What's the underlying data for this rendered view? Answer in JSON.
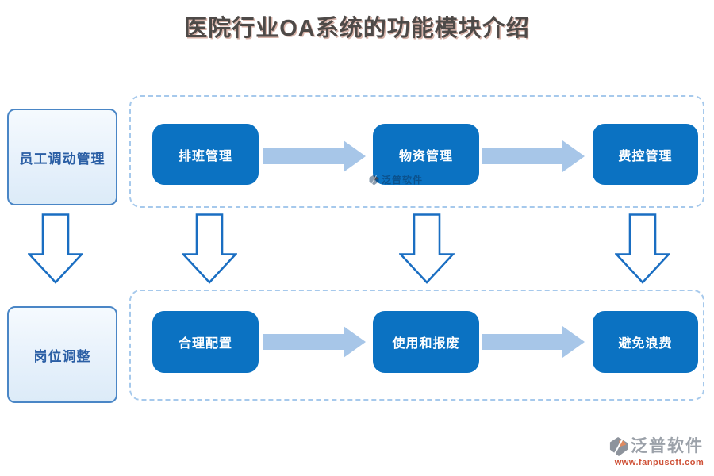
{
  "title": "医院行业OA系统的功能模块介绍",
  "left_column": {
    "top_box": "员工调动管理",
    "bottom_box": "岗位调整"
  },
  "flow": {
    "top_row": [
      "排班管理",
      "物资管理",
      "费控管理"
    ],
    "bottom_row": [
      "合理配置",
      "使用和报废",
      "避免浪费"
    ]
  },
  "watermark": {
    "text": "泛普软件"
  },
  "logo": {
    "name": "泛普软件",
    "url": "www.fanpusoft.com"
  },
  "colors": {
    "flow_box_blue": "#0b72c2",
    "side_box_border": "#4a86c6",
    "side_box_text": "#2b5fa5",
    "dashed_border": "#a6c9ec",
    "flow_arrow_fill": "#a7c6e8",
    "outline_arrow_stroke": "#1a6ec2",
    "title_text": "#4e4a48",
    "logo_text": "#9ba1a9",
    "logo_url_text": "#cf5238"
  }
}
